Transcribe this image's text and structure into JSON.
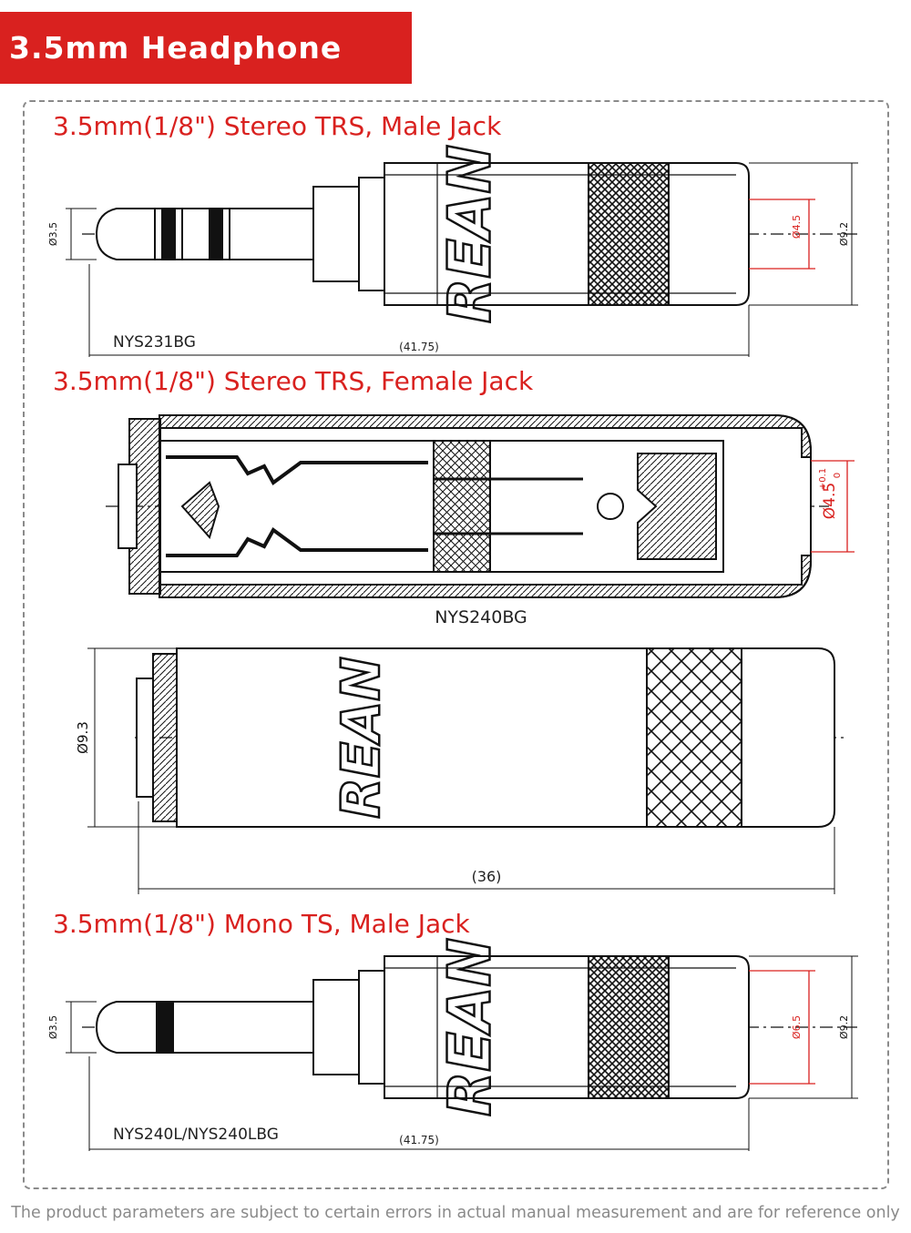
{
  "banner": {
    "title": "3.5mm Headphone Jack"
  },
  "sections": {
    "stereo_male": {
      "title": "3.5mm(1/8\") Stereo TRS, Male Jack",
      "model": "NYS231BG",
      "dim_tip": "Ø3.5",
      "dim_length": "(41.75)",
      "dim_inner": "Ø4.5",
      "dim_outer": "Ø9.2",
      "brand": "REAN"
    },
    "stereo_female": {
      "title": "3.5mm(1/8\") Stereo TRS, Female Jack",
      "model": "NYS240BG",
      "dim_bore": "Ø4.5",
      "dim_tol_plus": "+0.1",
      "dim_tol_minus": "0",
      "dim_outer": "Ø9.3",
      "dim_length": "(36)",
      "brand": "REAN"
    },
    "mono_male": {
      "title": "3.5mm(1/8\") Mono TS, Male Jack",
      "model": "NYS240L/NYS240LBG",
      "dim_tip": "Ø3.5",
      "dim_length": "(41.75)",
      "dim_inner": "Ø6.5",
      "dim_outer": "Ø9.2",
      "brand": "REAN"
    }
  },
  "footer": {
    "note": "The product parameters are subject to certain errors in actual manual measurement and are for reference only"
  },
  "colors": {
    "accent": "#d9211f",
    "line": "#1a1a1a",
    "frame": "#8a8a8a"
  }
}
